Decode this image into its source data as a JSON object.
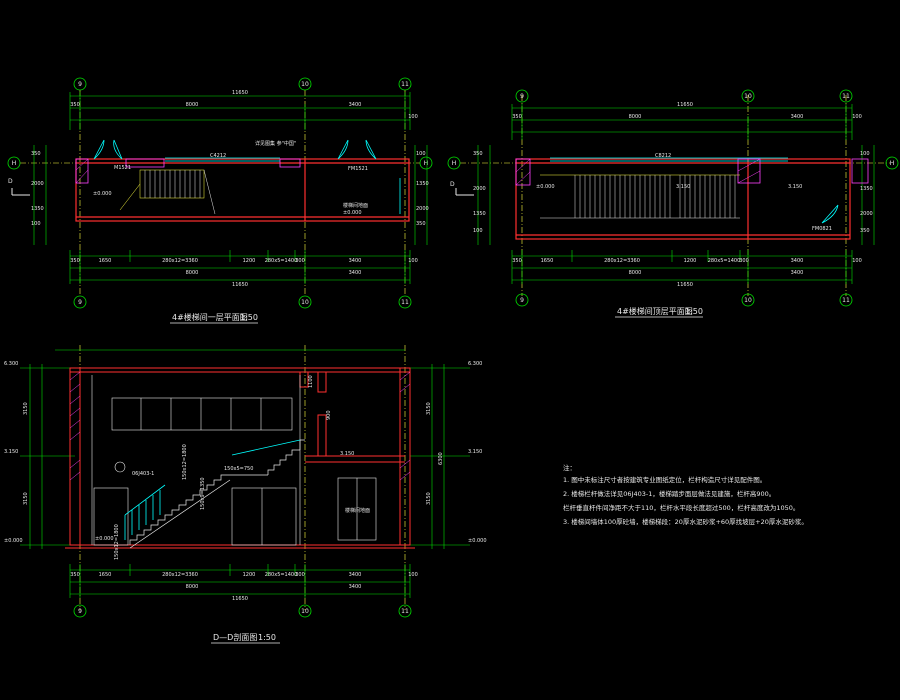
{
  "plan1": {
    "title": "4#楼梯间一层平面图",
    "scale": "1:50",
    "axes": {
      "a9": "9",
      "a10": "10",
      "a11": "11",
      "h": "H"
    },
    "top_total": "11650",
    "top_sub": [
      "8000",
      "3400"
    ],
    "top_detail": [
      "350",
      "100"
    ],
    "bottom_detail": [
      "350",
      "1650",
      "280x12=3360",
      "1200",
      "280x5=1400",
      "300",
      "3400",
      "100"
    ],
    "bottom_sub": [
      "8000",
      "3400"
    ],
    "bottom_total": "11650",
    "left_dims": [
      "350",
      "2000",
      "1350",
      "100"
    ],
    "right_dims": [
      "100",
      "1350",
      "2000",
      "350"
    ],
    "labels": {
      "door1": "M1521",
      "window": "C4212",
      "door2": "FM1521",
      "elev": "±0.000",
      "elev2": "±0.000",
      "room": "楼梯间地面",
      "note": "详见图集\n参\"中国\"",
      "section": "D"
    }
  },
  "plan2": {
    "title": "4#楼梯间顶层平面图",
    "scale": "1:50",
    "axes": {
      "a9": "9",
      "a10": "10",
      "a11": "11",
      "h": "H"
    },
    "top_total": "11650",
    "top_sub": [
      "8000",
      "3400"
    ],
    "top_detail": [
      "350",
      "100"
    ],
    "bottom_detail": [
      "350",
      "1650",
      "280x12=3360",
      "1200",
      "280x5=1400",
      "300",
      "3400",
      "100"
    ],
    "bottom_sub": [
      "8000",
      "3400"
    ],
    "bottom_total": "11650",
    "left_dims": [
      "350",
      "2000",
      "1350",
      "100"
    ],
    "right_dims": [
      "100",
      "1350",
      "2000",
      "350"
    ],
    "labels": {
      "window": "C8212",
      "elev1": "±0.000",
      "elev2": "3.150",
      "elev3": "3.150",
      "door": "FM0821",
      "section": "D"
    }
  },
  "section": {
    "title": "D—D剖面图",
    "scale": "1:50",
    "axes": {
      "a9": "9",
      "a10": "10",
      "a11": "11"
    },
    "left_elev": [
      "6.300",
      "3.150",
      "±0.000"
    ],
    "right_elev": [
      "6.300",
      "3.150",
      "±0.000"
    ],
    "left_dims": [
      "3150",
      "3150"
    ],
    "right_dims": [
      "3150",
      "6300",
      "3150"
    ],
    "bottom_detail": [
      "350",
      "1650",
      "280x12=3360",
      "1200",
      "280x5=1400",
      "300",
      "3400",
      "100"
    ],
    "bottom_sub": [
      "8000",
      "3400"
    ],
    "bottom_total": "11650",
    "labels": {
      "rail": "06J403-1",
      "elev_mid": "3.150",
      "step1": "150x12=1800",
      "step2": "150x9=1350",
      "step3": "150x5=750",
      "step4": "150x12=1800",
      "room": "楼梯间地面",
      "ground": "±0.000",
      "dim900": "900",
      "dim1100": "1100"
    }
  },
  "notes": {
    "head": "注：",
    "lines": [
      "1. 图中未标注尺寸者按建筑专业图纸定位，栏杆构造尺寸详见配件图。",
      "2. 楼梯栏杆做法详见06J403-1，楼梯踏步面层做法见建施，栏杆高900。",
      "   栏杆垂直杆件间净距不大于110，栏杆水平段长度超过500，栏杆高度改为1050。",
      "3. 楼梯间墙体100厚砼墙，楼梯梯段：20厚水泥砂浆+60厚找坡层+20厚水泥砂浆。"
    ]
  },
  "colors": {
    "wall": "#ff3030",
    "dim": "#00e000",
    "axis": "#ffff40",
    "text": "#e8e8e8",
    "glass": "#00ffff",
    "hatch": "#ff40ff"
  }
}
